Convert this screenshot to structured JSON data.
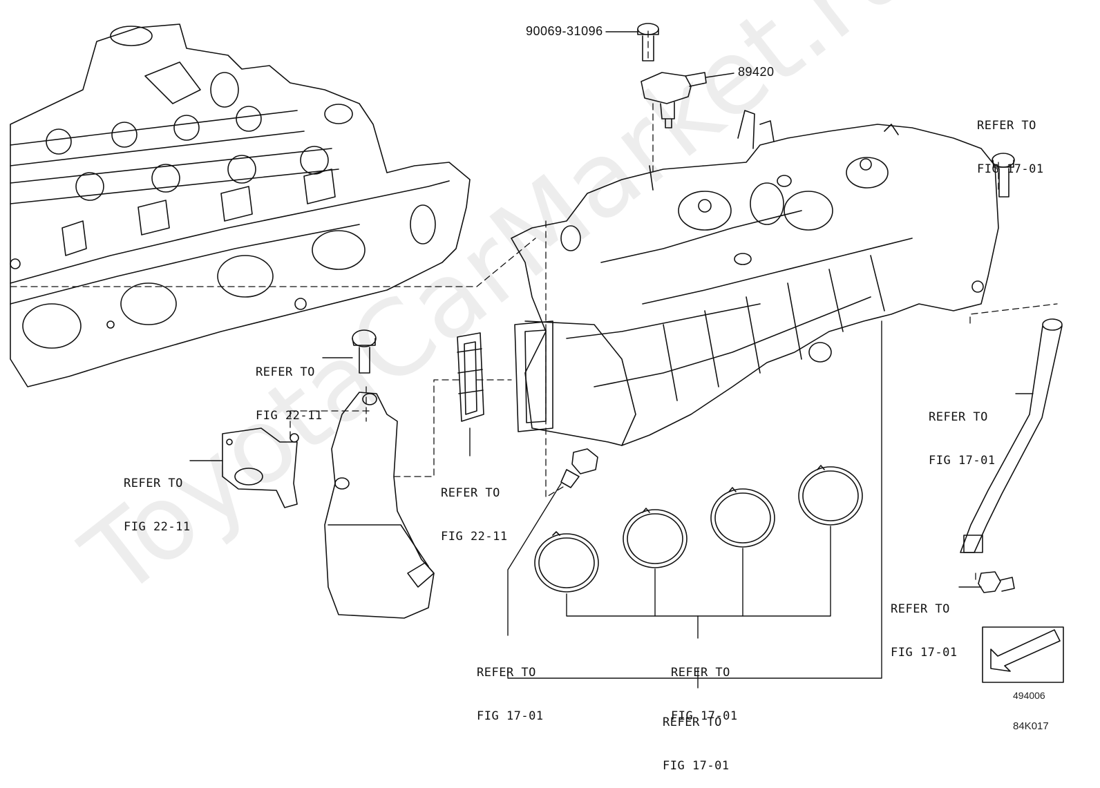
{
  "watermark": "ToyotaCarMarket.ru",
  "part_numbers": {
    "bolt": "90069-31096",
    "sensor": "89420"
  },
  "refer_labels": {
    "top_right": [
      "REFER TO",
      "FIG 17-01"
    ],
    "bolt_left": [
      "REFER TO",
      "FIG 22-11"
    ],
    "bracket_left": [
      "REFER TO",
      "FIG 22-11"
    ],
    "gasket_center": [
      "REFER TO",
      "FIG 22-11"
    ],
    "hose_right": [
      "REFER TO",
      "FIG 17-01"
    ],
    "bolt_right": [
      "REFER TO",
      "FIG 17-01"
    ],
    "bottom_left": [
      "REFER TO",
      "FIG 17-01"
    ],
    "bottom_middle": [
      "REFER TO",
      "FIG 17-01"
    ],
    "bottom_lower": [
      "REFER TO",
      "FIG 17-01"
    ]
  },
  "figure_codes": {
    "illustration": "494006",
    "page": "84K017"
  },
  "icons": {
    "direction": "arrow-direction-icon"
  }
}
